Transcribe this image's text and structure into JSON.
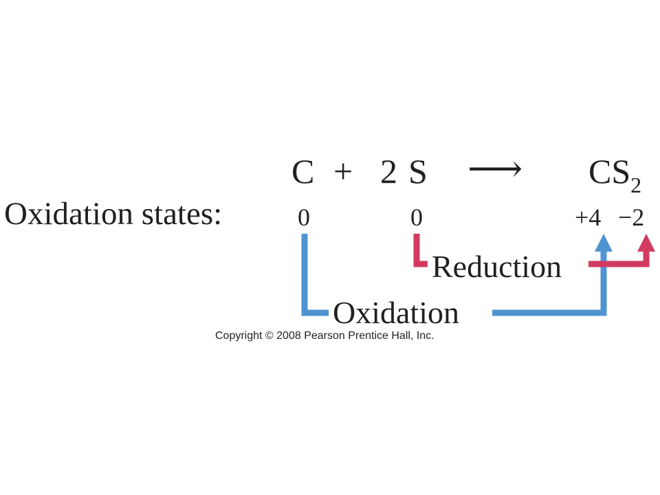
{
  "equation": {
    "reactant_1": "C",
    "plus": "+",
    "coefficient": "2",
    "reactant_2": "S",
    "arrow": "⟶",
    "product": "CS",
    "product_subscript": "2"
  },
  "oxidation_states": {
    "label": "Oxidation states:",
    "c": "0",
    "s": "0",
    "cs2_c": "+4",
    "cs2_s": "−2"
  },
  "processes": {
    "reduction": {
      "label": "Reduction",
      "color": "#d23a5f"
    },
    "oxidation": {
      "label": "Oxidation",
      "color": "#4f94d1"
    }
  },
  "copyright": "Copyright © 2008 Pearson Prentice Hall, Inc."
}
